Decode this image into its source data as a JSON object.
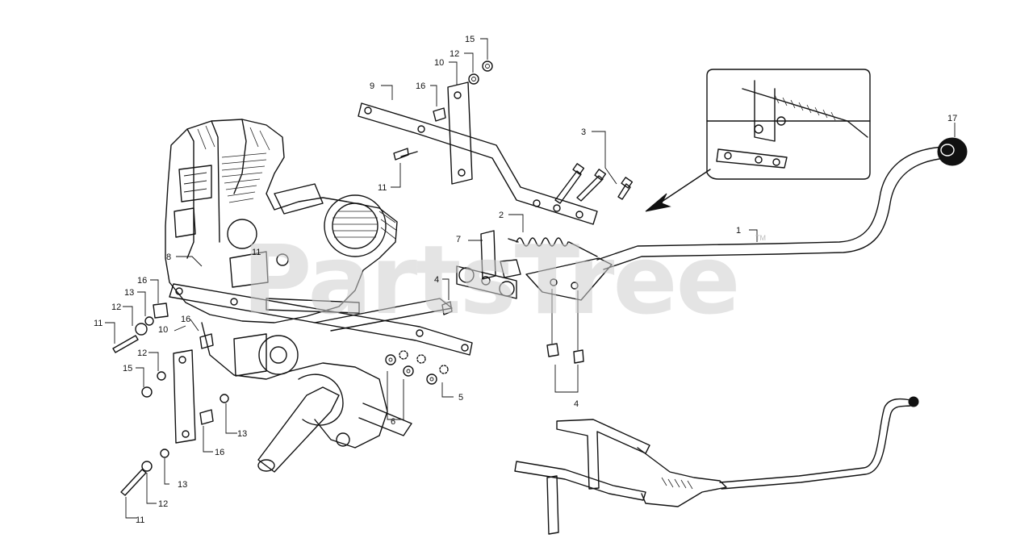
{
  "watermark": {
    "text": "PartsTree",
    "trademark": "TM"
  },
  "callouts": [
    {
      "id": "c1",
      "label": "1"
    },
    {
      "id": "c2",
      "label": "2"
    },
    {
      "id": "c3",
      "label": "3"
    },
    {
      "id": "c4a",
      "label": "4"
    },
    {
      "id": "c4b",
      "label": "4"
    },
    {
      "id": "c5",
      "label": "5"
    },
    {
      "id": "c6",
      "label": "6"
    },
    {
      "id": "c7",
      "label": "7"
    },
    {
      "id": "c8",
      "label": "8"
    },
    {
      "id": "c9",
      "label": "9"
    },
    {
      "id": "c10a",
      "label": "10"
    },
    {
      "id": "c10b",
      "label": "10"
    },
    {
      "id": "c11a",
      "label": "11"
    },
    {
      "id": "c11b",
      "label": "11"
    },
    {
      "id": "c11c",
      "label": "11"
    },
    {
      "id": "c11d",
      "label": "11"
    },
    {
      "id": "c12a",
      "label": "12"
    },
    {
      "id": "c12b",
      "label": "12"
    },
    {
      "id": "c12c",
      "label": "12"
    },
    {
      "id": "c12d",
      "label": "12"
    },
    {
      "id": "c13a",
      "label": "13"
    },
    {
      "id": "c13b",
      "label": "13"
    },
    {
      "id": "c13c",
      "label": "13"
    },
    {
      "id": "c15a",
      "label": "15"
    },
    {
      "id": "c15b",
      "label": "15"
    },
    {
      "id": "c16a",
      "label": "16"
    },
    {
      "id": "c16b",
      "label": "16"
    },
    {
      "id": "c16c",
      "label": "16"
    },
    {
      "id": "c16d",
      "label": "16"
    },
    {
      "id": "c17",
      "label": "17"
    }
  ]
}
